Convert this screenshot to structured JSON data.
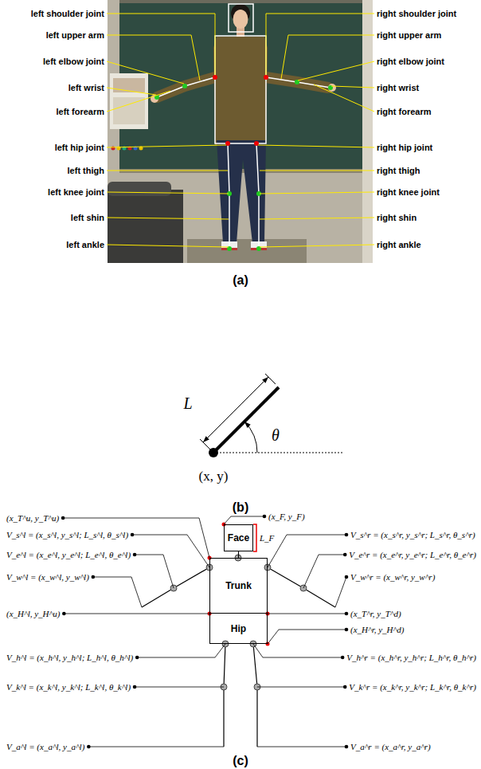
{
  "diagram": {
    "nodes": [
      {
        "text": [
          "Face"
        ]
      },
      {
        "text": [
          "Trunk"
        ]
      },
      {
        "text": [
          "Hip"
        ]
      }
    ],
    "edges": [
      {
        "from": 0,
        "to": 1,
        "arrow": "none"
      }
    ],
    "labels": [
      "left shoulder joint",
      "left upper arm",
      "left elbow joint",
      "left wrist",
      "left forearm",
      "left hip joint",
      "left thigh",
      "left knee joint",
      "left shin",
      "left ankle",
      "right shoulder joint",
      "right upper arm",
      "right elbow joint",
      "right wrist",
      "right forearm",
      "right hip joint",
      "right thigh",
      "right knee joint",
      "right shin",
      "right ankle",
      "(a)",
      "L",
      "θ",
      "(x, y)",
      "(b)",
      "(x_T^u, y_T^u)",
      "V_s^l = (x_s^l, y_s^l; L_s^l, θ_s^l)",
      "V_e^l = (x_e^l, y_e^l; L_e^l, θ_e^l)",
      "V_w^l = (x_w^l, y_w^l)",
      "(x_H^l, y_H^u)",
      "V_h^l = (x_h^l, y_h^l; L_h^l, θ_h^l)",
      "V_k^l = (x_k^l, y_k^l; L_k^l, θ_k^l)",
      "V_a^l = (x_a^l, y_a^l)",
      "(x_F, y_F)",
      "L_F",
      "V_s^r = (x_s^r, y_s^r; L_s^r, θ_s^r)",
      "V_e^r = (x_e^r, y_e^r; L_e^r, θ_e^r)",
      "V_w^r = (x_w^r, y_w^r)",
      "(x_T^r, y_T^d)",
      "(x_H^r, y_H^d)",
      "V_h^r = (x_h^r, y_h^r; L_h^r, θ_h^r)",
      "V_k^r = (x_k^r, y_k^r; L_k^r, θ_k^r)",
      "V_a^r = (x_a^r, y_a^r)",
      "(c)"
    ]
  }
}
